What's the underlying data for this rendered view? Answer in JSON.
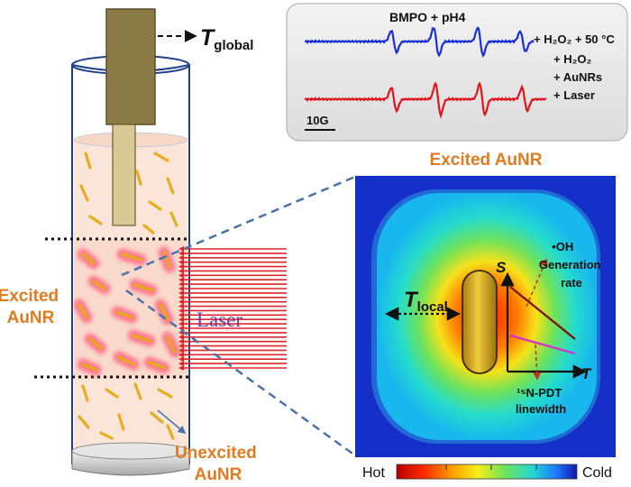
{
  "tube": {
    "t_global": {
      "symbol": "T",
      "subscript": "global"
    },
    "laser_label": "Laser",
    "excited_label": [
      "Excited",
      "AuNR"
    ],
    "unexcited_label": [
      "Unexcited",
      "AuNR"
    ]
  },
  "epr_panel": {
    "title": "BMPO + pH4",
    "trace_top_label": "+ H₂O₂ + 50 °C",
    "trace_bottom_labels": [
      "+ H₂O₂",
      "+ AuNRs",
      "+ Laser"
    ],
    "scale_bar": "10G",
    "colors": {
      "top_trace": "#1a2fd6",
      "bottom_trace": "#e0141b"
    }
  },
  "heatmap_panel": {
    "title": "Excited AuNR",
    "t_local": {
      "symbol": "T",
      "subscript": "local"
    },
    "oh_label": [
      "•OH",
      "Generation",
      "rate"
    ],
    "axis_s": "S",
    "axis_t": "T",
    "n_pdt_label": [
      "¹⁵N-PDT",
      "linewidth"
    ],
    "colorbar_hot": "Hot",
    "colorbar_cold": "Cold"
  }
}
